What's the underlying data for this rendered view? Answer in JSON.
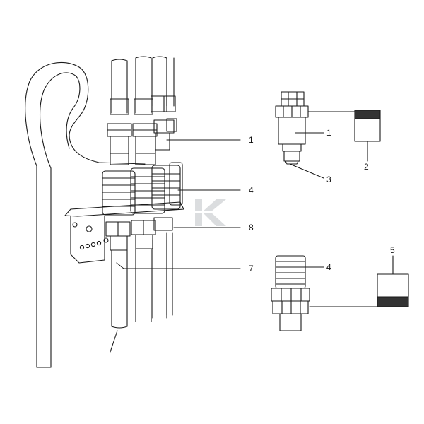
{
  "labels": {
    "left": {
      "l1": "1",
      "l4": "4",
      "l8": "8",
      "l7": "7"
    },
    "right_top": {
      "r1": "1",
      "r2": "2",
      "r3": "3"
    },
    "right_bottom": {
      "r4": "4",
      "r5": "5"
    }
  },
  "colors": {
    "line": "#1a1a1a",
    "watermark": "#9aa0a6"
  },
  "icons": {
    "watermark": "k-logo-watermark"
  }
}
